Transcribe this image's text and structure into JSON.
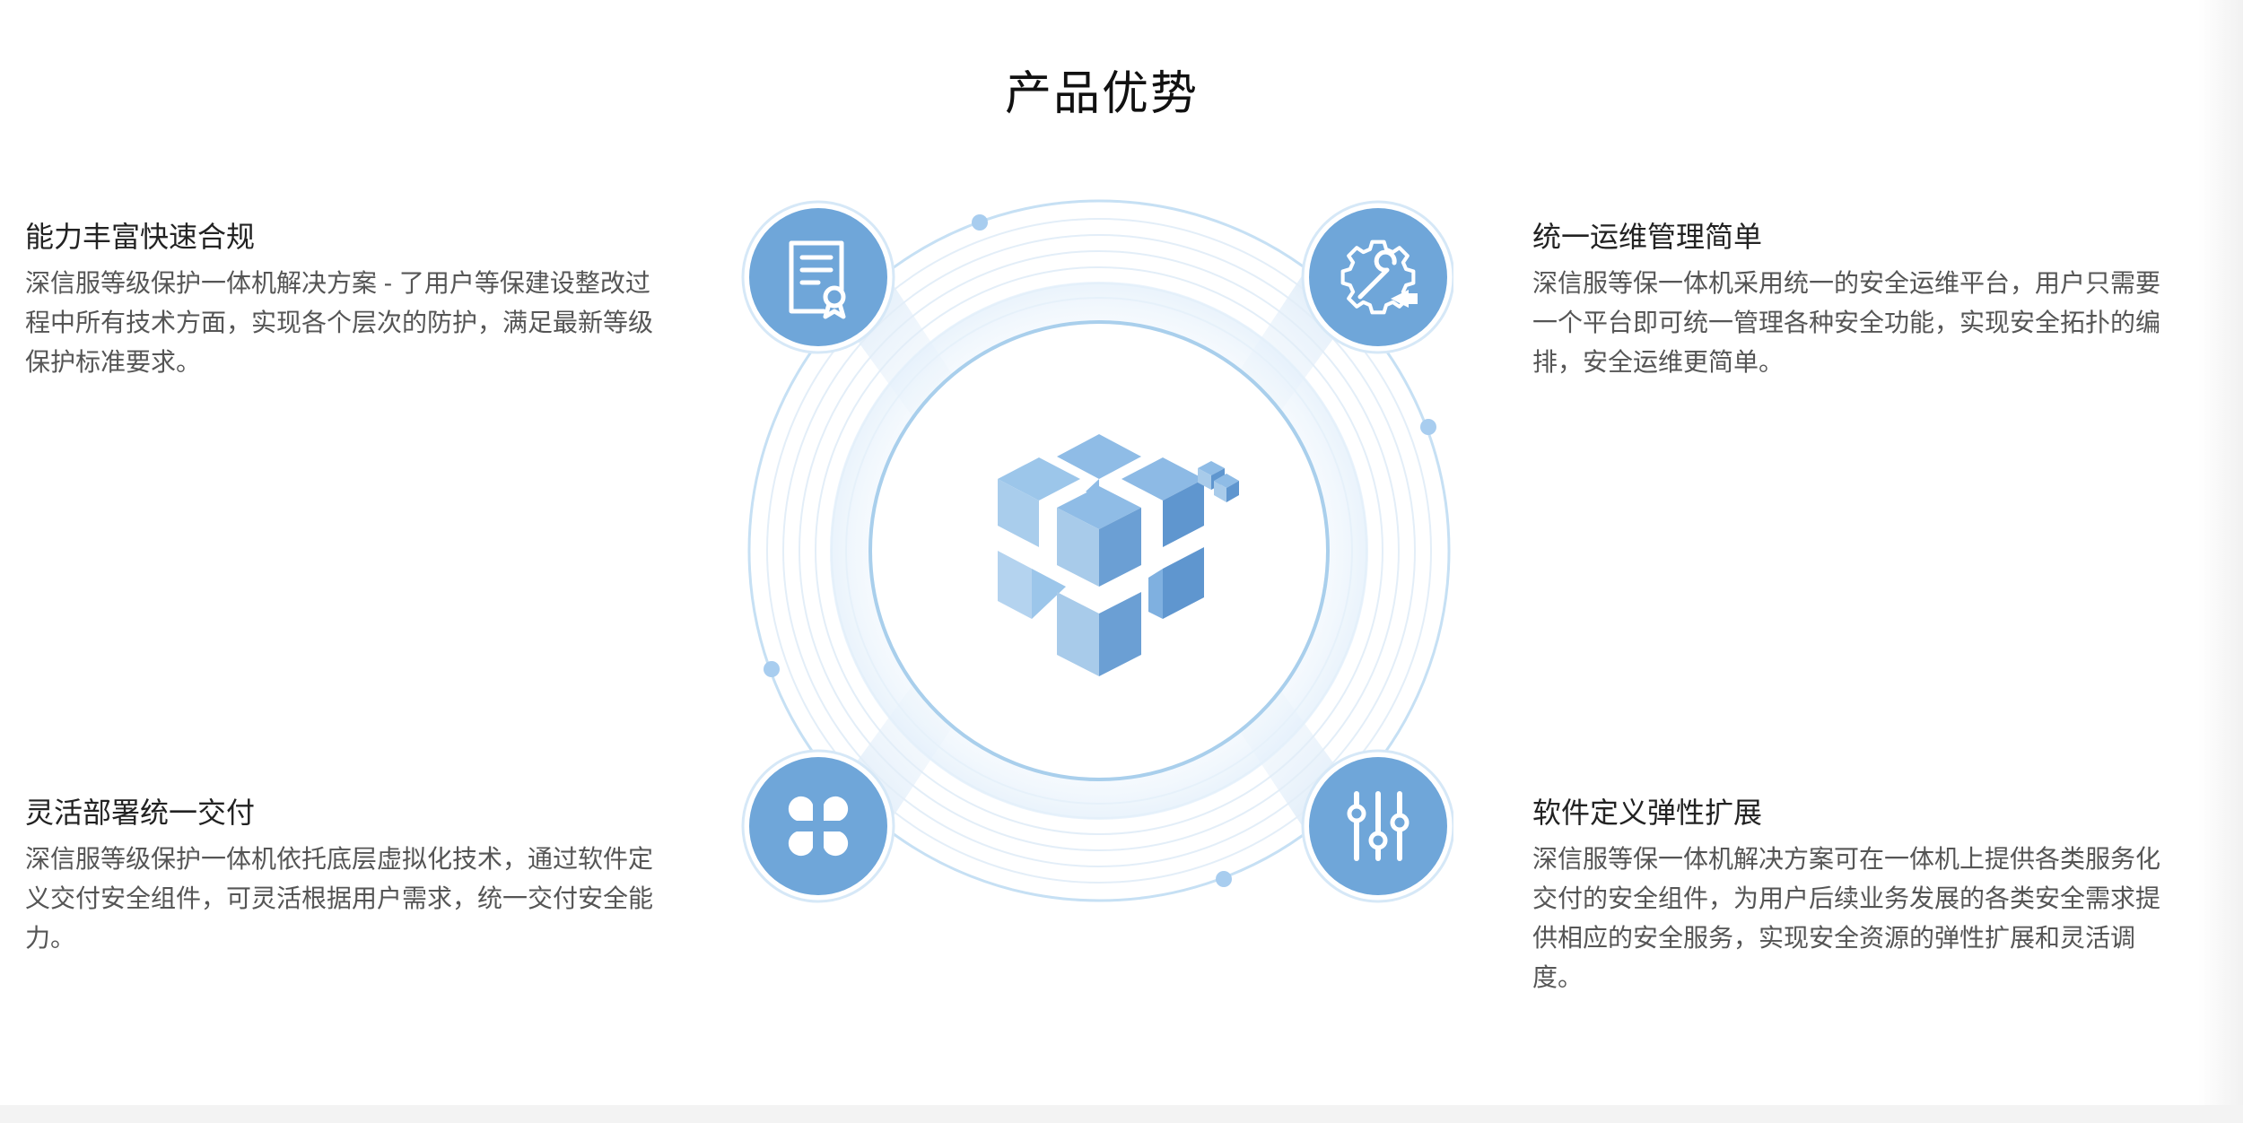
{
  "section": {
    "title": "产品优势"
  },
  "features": {
    "top_left": {
      "title": "能力丰富快速合规",
      "desc": "深信服等级保护一体机解决方案 - 了用户等保建设整改过程中所有技术方面，实现各个层次的防护，满足最新等级保护标准要求。",
      "icon": "certificate-document-icon"
    },
    "top_right": {
      "title": "统一运维管理简单",
      "desc": "深信服等保一体机采用统一的安全运维平台，用户只需要一个平台即可统一管理各种安全功能，实现安全拓扑的编排，安全运维更简单。",
      "icon": "gear-wrench-icon"
    },
    "bottom_left": {
      "title": "灵活部署统一交付",
      "desc": "深信服等级保护一体机依托底层虚拟化技术，通过软件定义交付安全组件，可灵活根据用户需求，统一交付安全能力。",
      "icon": "four-petal-icon"
    },
    "bottom_right": {
      "title": "软件定义弹性扩展",
      "desc": "深信服等保一体机解决方案可在一体机上提供各类服务化交付的安全组件，为用户后续业务发展的各类安全需求提供相应的安全服务，实现安全资源的弹性扩展和灵活调度。",
      "icon": "sliders-icon"
    }
  },
  "colors": {
    "accent": "#6ea6d8",
    "accent_dark": "#5b93cc",
    "ring": "#b9d8f0",
    "cube_light": "#a8cbea",
    "cube_mid": "#7fb0e0",
    "cube_dark": "#5f96cf"
  }
}
